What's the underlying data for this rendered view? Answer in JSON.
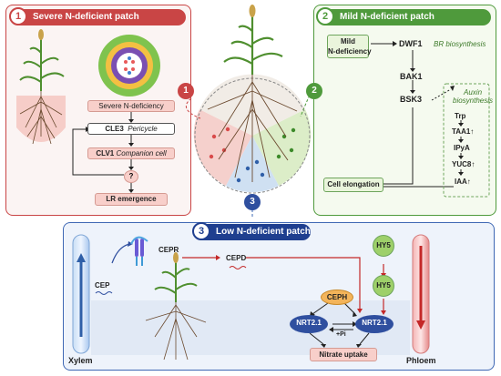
{
  "colors": {
    "red": "#c94545",
    "green": "#4f9a3c",
    "blue": "#2f4f9f",
    "dark_blue": "#1f3f8f",
    "pink_box": "#f8cfca",
    "orange_box": "#f3b45a"
  },
  "panel1": {
    "number": "1",
    "title": "Severe N-deficient patch",
    "severe": "Severe N-deficiency",
    "cle3": "CLE3",
    "pericycle": "Pericycle",
    "clv1": "CLV1",
    "companion": "Companion cell",
    "question": "?",
    "lr": "LR emergence"
  },
  "panel2": {
    "number": "2",
    "title": "Mild N-deficient patch",
    "mild_line1": "Mild",
    "mild_line2": "N-deficiency",
    "dwf1": "DWF1",
    "br": "BR biosynthesis",
    "bak1": "BAK1",
    "bsk3": "BSK3",
    "auxin_line1": "Auxin",
    "auxin_line2": "biosynthesis",
    "trp": "Trp",
    "taa1": "TAA1",
    "ipya": "IPyA",
    "yuc8": "YUC8",
    "iaa": "IAA",
    "up_arrow": "↑",
    "cell_elong": "Cell elongation"
  },
  "center": {
    "num1": "1",
    "num2": "2",
    "num3": "3"
  },
  "panel3": {
    "number": "3",
    "title": "Low N-deficient patch",
    "xylem": "Xylem",
    "phloem": "Phloem",
    "cep": "CEP",
    "cepr": "CEPR",
    "cepd": "CEPD",
    "hy5_a": "HY5",
    "hy5_b": "HY5",
    "ceph": "CEPH",
    "nrt_left": "NRT2.1",
    "nrt_right": "NRT2.1",
    "pi": "+Pi",
    "nitrate": "Nitrate uptake"
  }
}
